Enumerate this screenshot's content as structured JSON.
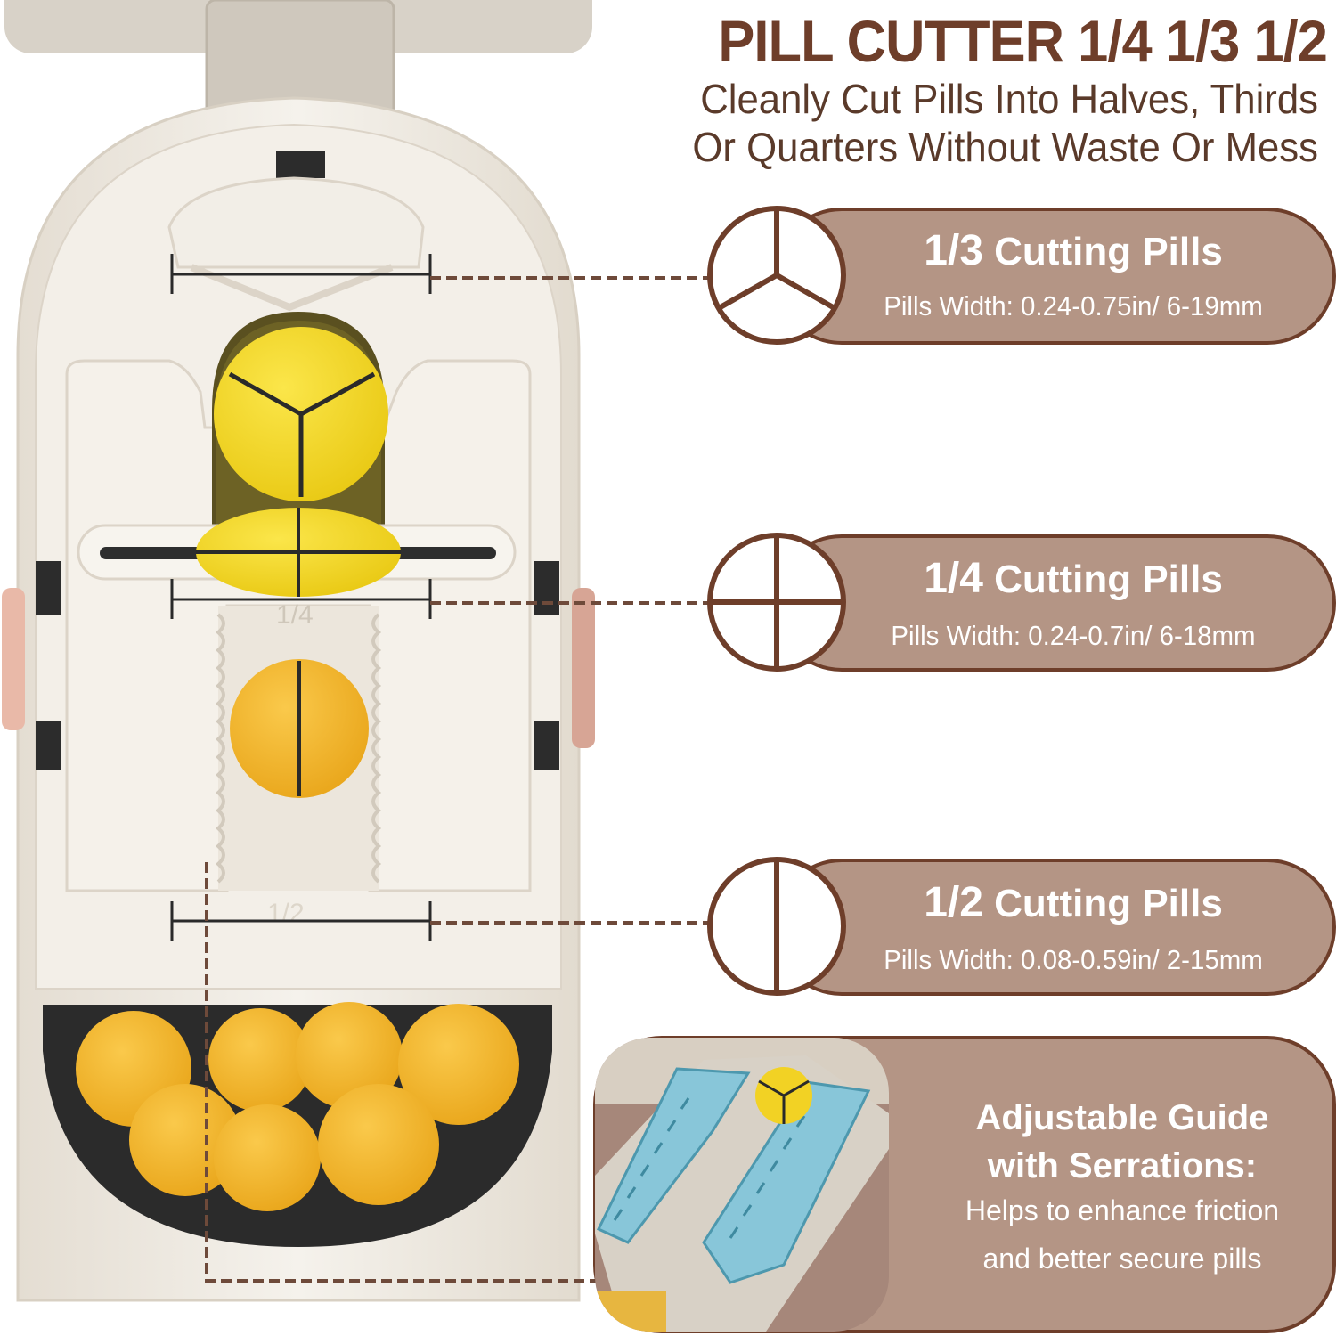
{
  "header": {
    "title": "PILL CUTTER 1/4 1/3 1/2",
    "subtitle_line1": "Cleanly Cut Pills Into Halves, Thirds",
    "subtitle_line2": "Or Quarters Without Waste Or Mess"
  },
  "cards": [
    {
      "fraction": "1/3",
      "label": "Cutting Pills",
      "width_text": "Pills Width: 0.24-0.75in/ 6-19mm",
      "icon": "third-cut-icon"
    },
    {
      "fraction": "1/4",
      "label": "Cutting Pills",
      "width_text": "Pills Width: 0.24-0.7in/ 6-18mm",
      "icon": "quarter-cut-icon"
    },
    {
      "fraction": "1/2",
      "label": "Cutting Pills",
      "width_text": "Pills Width: 0.08-0.59in/ 2-15mm",
      "icon": "half-cut-icon"
    }
  ],
  "guide": {
    "title_line1": "Adjustable Guide",
    "title_line2": "with Serrations:",
    "body_line1": "Helps to enhance friction",
    "body_line2": "and better secure pills"
  },
  "device_marks": {
    "quarter": "1/4",
    "half": "1/2"
  },
  "colors": {
    "card_fill": "#b49585",
    "card_dark": "#6e3e2a",
    "pill_yellow": "#f2d224",
    "pill_orange": "#f3b22a",
    "guide_blue": "#7fbfd2",
    "device_body": "#efeae1"
  }
}
